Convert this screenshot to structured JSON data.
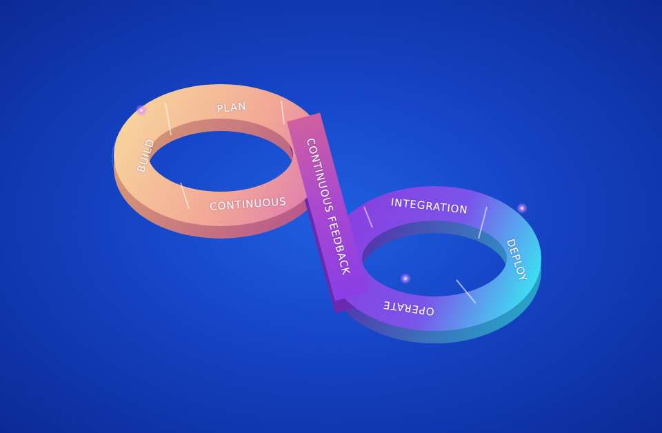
{
  "diagram": {
    "nodes": [
      {
        "text": [
          "PLAN"
        ]
      },
      {
        "text": [
          "BUILD"
        ]
      },
      {
        "text": [
          "CONTINUOUS"
        ]
      },
      {
        "text": [
          "CONTINUOUS FEEDBACK"
        ]
      },
      {
        "text": [
          "INTEGRATION"
        ]
      },
      {
        "text": [
          "DEPLOY"
        ]
      },
      {
        "text": [
          "OPERATE"
        ]
      }
    ]
  }
}
